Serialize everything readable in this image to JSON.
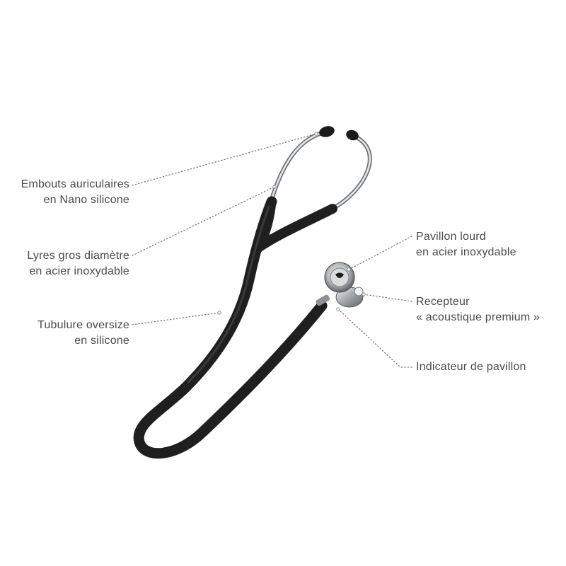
{
  "labels": {
    "earpieces": [
      "Embouts auriculaires",
      "en Nano silicone"
    ],
    "binaurals": [
      "Lyres gros diamètre",
      "en acier inoxydable"
    ],
    "tubing": [
      "Tubulure oversize",
      "en silicone"
    ],
    "diaphragm": [
      "Pavillon lourd",
      "en acier inoxydable"
    ],
    "receiver": [
      "Recepteur",
      "« acoustique premium »"
    ],
    "indicator": [
      "Indicateur de pavillon"
    ]
  },
  "colors": {
    "tubing": "#1f1f1f",
    "metal": "#b8bcc0",
    "leader_dots": "#7a7a7a",
    "text": "#4a4a4a"
  }
}
